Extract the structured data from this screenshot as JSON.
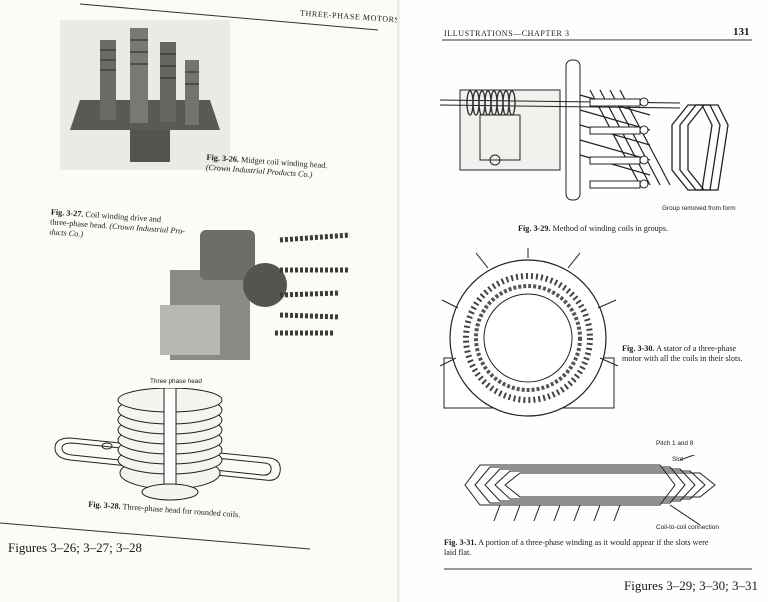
{
  "left_page": {
    "running_head": "THREE-PHASE MOTORS",
    "fig_3_26": {
      "number": "Fig. 3-26.",
      "text": "Midget coil winding head.",
      "credit": "(Crown Industrial Products Co.)"
    },
    "fig_3_27": {
      "number": "Fig. 3-27.",
      "text_line1": "Coil winding drive and",
      "text_line2": "three-phase head.",
      "credit_line1": "(Crown Industrial Pro-",
      "credit_line2": "ducts Co.)"
    },
    "fig_3_28": {
      "label": "Three phase head",
      "number": "Fig. 3-28.",
      "text": "Three-phase head for rounded coils."
    },
    "figures_label": "Figures 3–26; 3–27; 3–28"
  },
  "right_page": {
    "running_head": "ILLUSTRATIONS—CHAPTER 3",
    "page_number": "131",
    "fig_3_29": {
      "label": "Group removed from form",
      "number": "Fig. 3-29.",
      "text": "Method of winding coils in groups."
    },
    "fig_3_30": {
      "number": "Fig. 3-30.",
      "text_line1": "A stator of a three-phase",
      "text_line2": "motor with all the coils in their slots."
    },
    "fig_3_31": {
      "label_pitch": "Pitch 1 and 8",
      "label_slot": "Slot",
      "label_connection": "Coil-to-coil connection",
      "number": "Fig. 3-31.",
      "text_line1": "A portion of a three-phase winding as it would appear if the slots were",
      "text_line2": "laid flat."
    },
    "figures_label": "Figures 3–29; 3–30; 3–31"
  }
}
